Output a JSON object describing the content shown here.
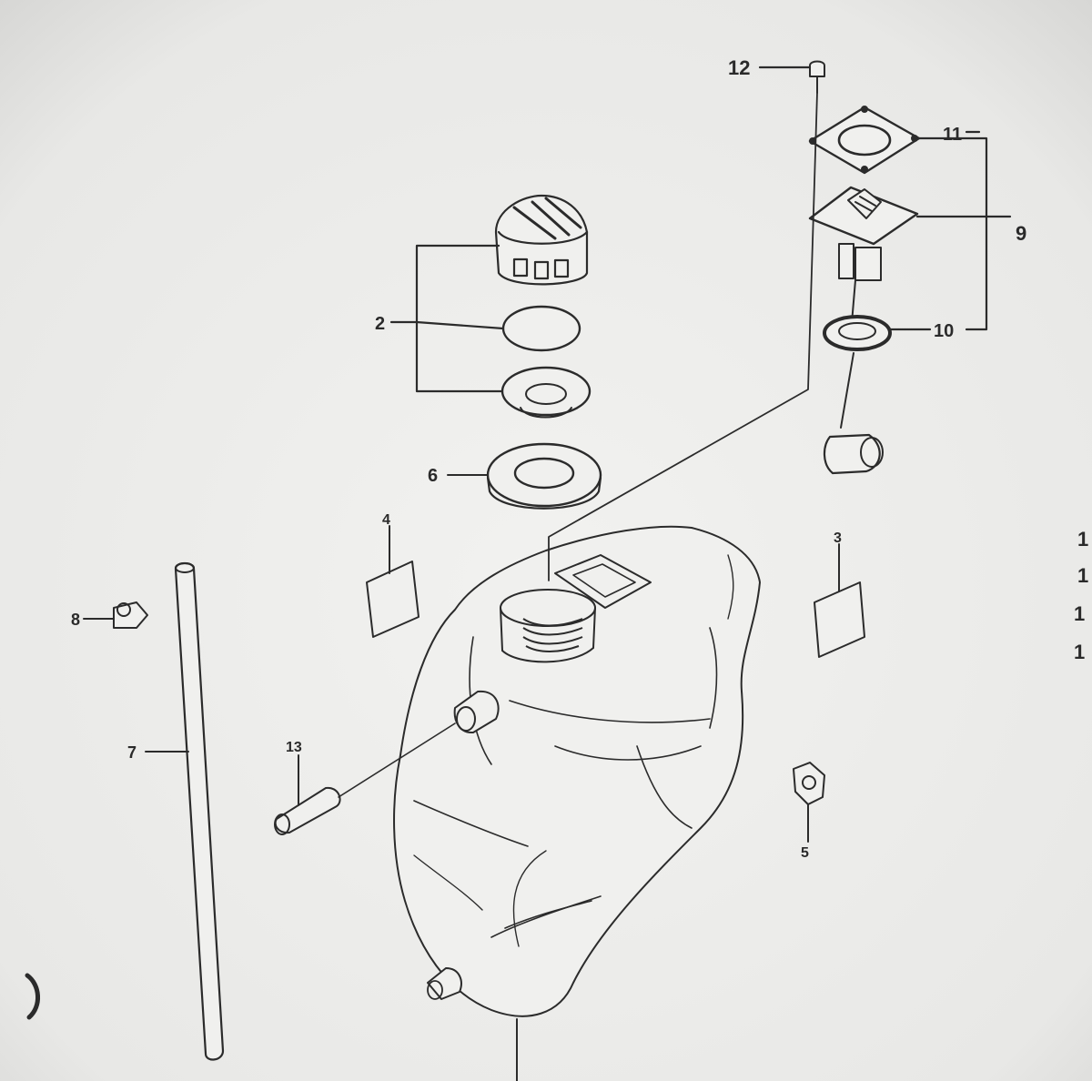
{
  "diagram": {
    "labels": {
      "p2": "2",
      "p3": "3",
      "p4": "4",
      "p5": "5",
      "p6": "6",
      "p7": "7",
      "p8": "8",
      "p9": "9",
      "p10": "10",
      "p11": "11",
      "p12": "12",
      "p13": "13"
    },
    "cut_off_right_column": [
      "1",
      "1",
      "1",
      "1"
    ]
  },
  "colors": {
    "paper": "#f0f0ee",
    "ink": "#2b2b2b",
    "edge": "#cfcfcd"
  }
}
